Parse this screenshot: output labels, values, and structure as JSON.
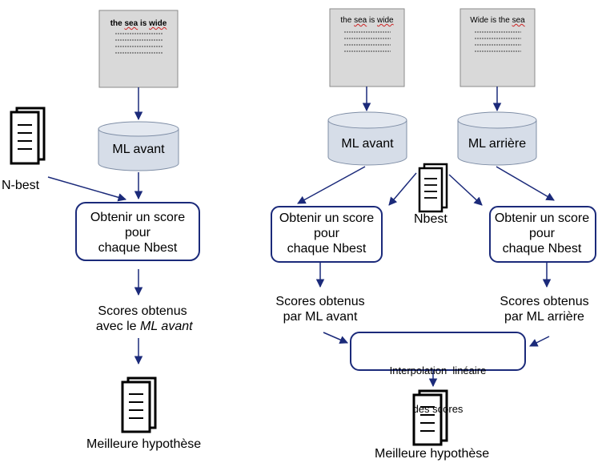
{
  "left": {
    "doc_text": {
      "w1": "the",
      "w2": "sea",
      "w3": "is",
      "w4": "wide"
    },
    "lm_label": "ML avant",
    "nbest_label": "N-best",
    "process": {
      "line1": "Obtenir un score",
      "line2": "pour",
      "line3": "chaque Nbest"
    },
    "scores": {
      "line1": "Scores obtenus",
      "line2_prefix": "avec le",
      "line2_italic": "ML avant"
    },
    "best": "Meilleure hypothèse"
  },
  "right": {
    "doc1_text": {
      "w1": "the",
      "w2": "sea",
      "w3": "is",
      "w4": "wide"
    },
    "doc2_text": {
      "w1": "Wide",
      "w2": "is",
      "w3": "the",
      "w4": "sea"
    },
    "lm_forward_label": "ML avant",
    "lm_backward_label": "ML arrière",
    "nbest_label": "Nbest",
    "process_left": {
      "line1": "Obtenir un score",
      "line2": "pour",
      "line3": "chaque Nbest"
    },
    "process_right": {
      "line1": "Obtenir un score",
      "line2": "pour",
      "line3": "chaque Nbest"
    },
    "scores_left": {
      "line1": "Scores obtenus",
      "line2": "par ML avant"
    },
    "scores_right": {
      "line1": "Scores obtenus",
      "line2": "par ML arrière"
    },
    "interp": {
      "line1": "Interpolation  linéaire",
      "line2": "des scores"
    },
    "best": "Meilleure hypothèse"
  },
  "colors": {
    "arrow": "#1b2a7a",
    "box_border": "#1b2a7a",
    "cylinder_fill": "#d6dde8",
    "cylinder_stroke": "#7f8ea6",
    "doc_fill": "#d9d9d9"
  }
}
